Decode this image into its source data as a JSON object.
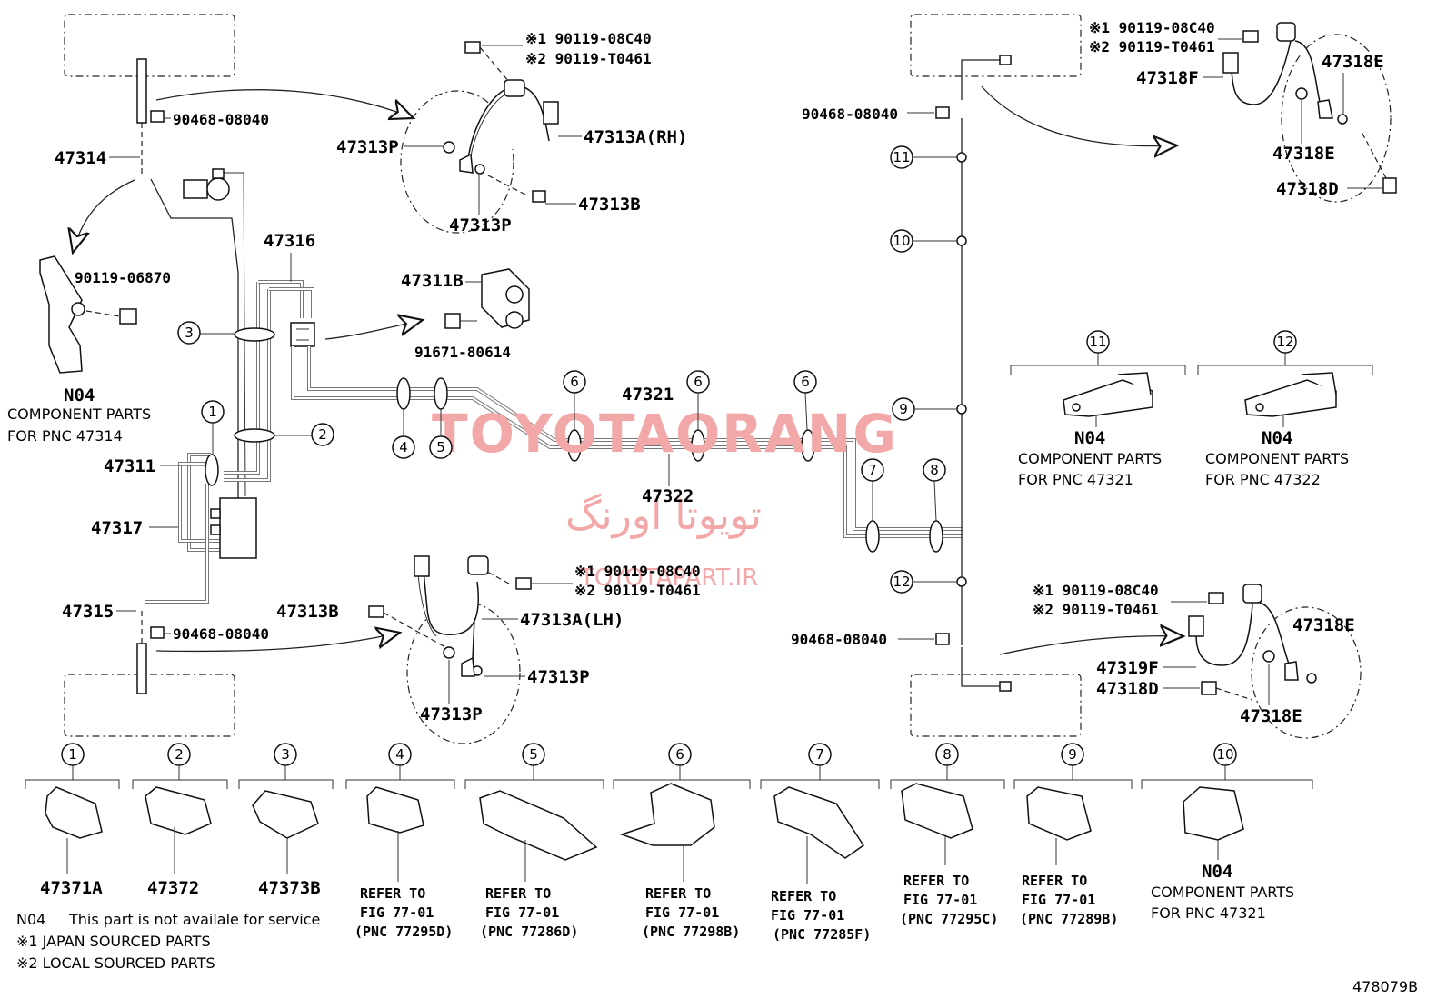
{
  "figure_code": "478079B",
  "watermark": {
    "brand": "TOYOTAORANG",
    "farsi": "تویوتا اورنگ",
    "site": "TOYOTAPART.IR"
  },
  "callouts": [
    {
      "n": "1"
    },
    {
      "n": "2"
    },
    {
      "n": "3"
    },
    {
      "n": "4"
    },
    {
      "n": "5"
    },
    {
      "n": "6"
    },
    {
      "n": "6"
    },
    {
      "n": "6"
    },
    {
      "n": "7"
    },
    {
      "n": "8"
    },
    {
      "n": "9"
    },
    {
      "n": "10"
    },
    {
      "n": "11"
    },
    {
      "n": "12"
    }
  ],
  "parts": {
    "p47314": "47314",
    "p90468a": "90468-08040",
    "p90119_06870": "90119-06870",
    "n04_a": "N04",
    "cp_a1": "COMPONENT PARTS",
    "cp_a2": "FOR PNC 47314",
    "p47316": "47316",
    "p47311b": "47311B",
    "p91671": "91671-80614",
    "p47311": "47311",
    "p47317": "47317",
    "p47315": "47315",
    "p90468b": "90468-08040",
    "fr_note1": "※1 90119-08C40",
    "fr_note2": "※2 90119-T0461",
    "p47313p_1": "47313P",
    "p47313a_rh": "47313A(RH)",
    "p47313b_1": "47313B",
    "p47313p_2": "47313P",
    "p47321": "47321",
    "p47322": "47322",
    "fl_note1": "※1 90119-08C40",
    "fl_note2": "※2 90119-T0461",
    "p47313b_2": "47313B",
    "p47313a_lh": "47313A(LH)",
    "p47313p_3": "47313P",
    "p47313p_4": "47313P",
    "rr_note1": "※1 90119-08C40",
    "rr_note2": "※2 90119-T0461",
    "p47318f": "47318F",
    "p47318e_1": "47318E",
    "p47318e_2": "47318E",
    "p47318d_1": "47318D",
    "p90468c": "90468-08040",
    "p90468d": "90468-08040",
    "n04_b": "N04",
    "cp_b1": "COMPONENT PARTS",
    "cp_b2": "FOR PNC 47321",
    "n04_c": "N04",
    "cp_c1": "COMPONENT PARTS",
    "cp_c2": "FOR PNC 47322",
    "rl_note1": "※1 90119-08C40",
    "rl_note2": "※2 90119-T0461",
    "p47318e_3": "47318E",
    "p47319f": "47319F",
    "p47318d_2": "47318D",
    "p47318e_4": "47318E"
  },
  "bottom_row": [
    {
      "n": "1",
      "label": "47371A"
    },
    {
      "n": "2",
      "label": "47372"
    },
    {
      "n": "3",
      "label": "47373B"
    },
    {
      "n": "4",
      "r1": "REFER TO",
      "r2": "FIG 77-01",
      "r3": "(PNC 77295D)"
    },
    {
      "n": "5",
      "r1": "REFER TO",
      "r2": "FIG 77-01",
      "r3": "(PNC 77286D)"
    },
    {
      "n": "6",
      "r1": "REFER TO",
      "r2": "FIG 77-01",
      "r3": "(PNC 77298B)"
    },
    {
      "n": "7",
      "r1": "REFER TO",
      "r2": "FIG 77-01",
      "r3": "(PNC 77285F)"
    },
    {
      "n": "8",
      "r1": "REFER TO",
      "r2": "FIG 77-01",
      "r3": "(PNC 77295C)"
    },
    {
      "n": "9",
      "r1": "REFER TO",
      "r2": "FIG 77-01",
      "r3": "(PNC 77289B)"
    },
    {
      "n": "10",
      "n04": "N04",
      "c1": "COMPONENT PARTS",
      "c2": "FOR PNC 47321"
    }
  ],
  "legend": {
    "n04": "N04",
    "n04_text": "This part is not availale for service",
    "j": "※1 JAPAN SOURCED PARTS",
    "l": "※2 LOCAL SOURCED PARTS"
  }
}
